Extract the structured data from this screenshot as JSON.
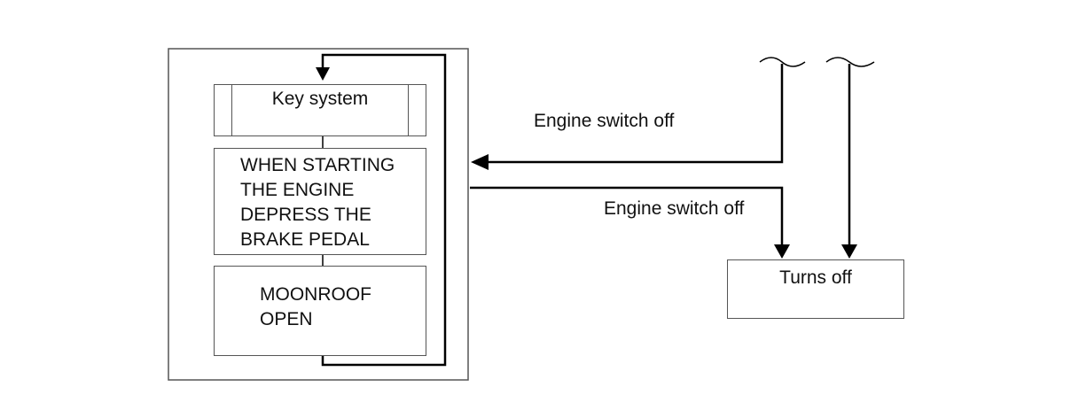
{
  "diagram": {
    "key_system": "Key system",
    "warning_lines": [
      "WHEN STARTING",
      "THE ENGINE",
      "DEPRESS THE",
      "BRAKE PEDAL"
    ],
    "moonroof_lines": [
      "MOONROOF",
      "OPEN"
    ],
    "upper_edge_label": "Engine switch off",
    "lower_edge_label": "Engine switch off",
    "result_node": "Turns off"
  }
}
